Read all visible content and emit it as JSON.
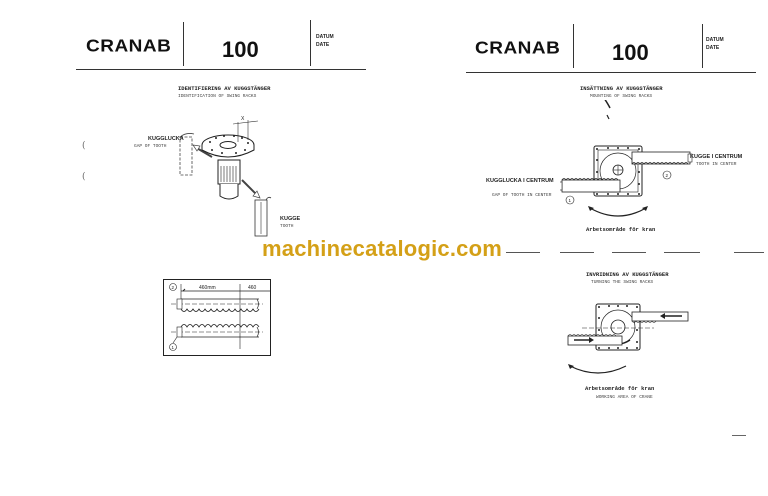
{
  "left_page": {
    "header": {
      "brand": "CRANAB",
      "model": "100",
      "date_label_sv": "DATUM",
      "date_label_en": "DATE"
    },
    "section1": {
      "title_sv": "IDENTIFIERING AV KUGGSTÄNGER",
      "title_en": "IDENTIFICATION OF SWING RACKS",
      "gap_label_sv": "KUGGLUCKA",
      "gap_label_en": "GAP OF TOOTH",
      "tooth_label_sv": "KUGGE",
      "tooth_label_en": "TOOTH",
      "dimension_label": "X"
    },
    "section2": {
      "dim_main": "460mm",
      "dim_side": "460",
      "marker_top": "2",
      "marker_bottom": "1"
    },
    "margin_marks": [
      "(",
      "("
    ]
  },
  "right_page": {
    "header": {
      "brand": "CRANAB",
      "model": "100",
      "date_label_sv": "DATUM",
      "date_label_en": "DATE"
    },
    "section1": {
      "title_sv": "INSÄTTNING AV KUGGSTÄNGER",
      "title_en": "MOUNTING OF SWING RACKS",
      "gap_label_sv": "KUGGLUCKA I CENTRUM",
      "gap_label_en": "GAP OF TOOTH IN CENTER",
      "tooth_label_sv": "KUGGE I CENTRUM",
      "tooth_label_en": "TOOTH IN CENTER",
      "marker_1": "1",
      "marker_2": "2",
      "area_label_sv": "Arbetsområde för kran"
    },
    "section2": {
      "title_sv": "INVRIDNING AV KUGGSTÄNGER",
      "title_en": "TURNING THE SWING RACKS",
      "area_label_sv": "Arbetsområde för kran",
      "area_label_en": "WORKING AREA OF CRANE"
    }
  },
  "watermark": {
    "text": "machinecatalogic.com",
    "color": "#d4a017"
  }
}
